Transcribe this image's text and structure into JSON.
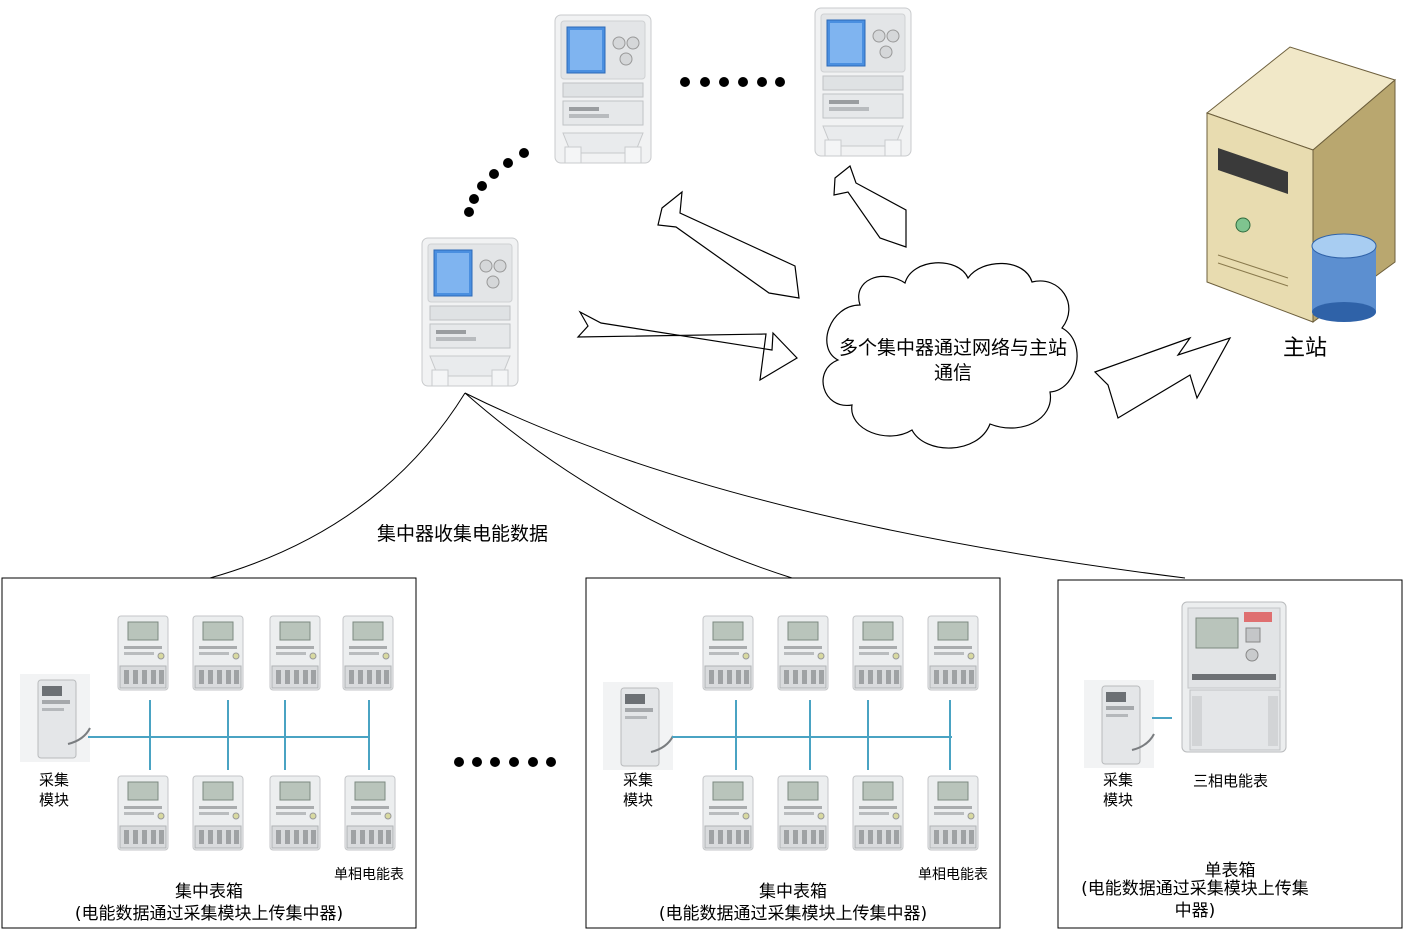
{
  "cloud_text": "多个集中器通过网络与主站通信",
  "main_station": "主站",
  "collect_label": "集中器收集电能数据",
  "ellipsis": "••••••",
  "box1": {
    "title": "集中表箱",
    "subtitle": "(电能数据通过采集模块上传集中器)",
    "module_label": "采集模块",
    "meter_label": "单相电能表"
  },
  "box2": {
    "title": "集中表箱",
    "subtitle": "(电能数据通过采集模块上传集中器)",
    "module_label": "采集模块",
    "meter_label": "单相电能表"
  },
  "box3": {
    "title": "单表箱",
    "subtitle": "(电能数据通过采集模块上传集中器)",
    "module_label": "采集模块",
    "meter_label": "三相电能表"
  },
  "colors": {
    "bus_line": "#4aa3c3",
    "lcd": "#4a8fe0",
    "meter_body": "#e8e8e8"
  }
}
